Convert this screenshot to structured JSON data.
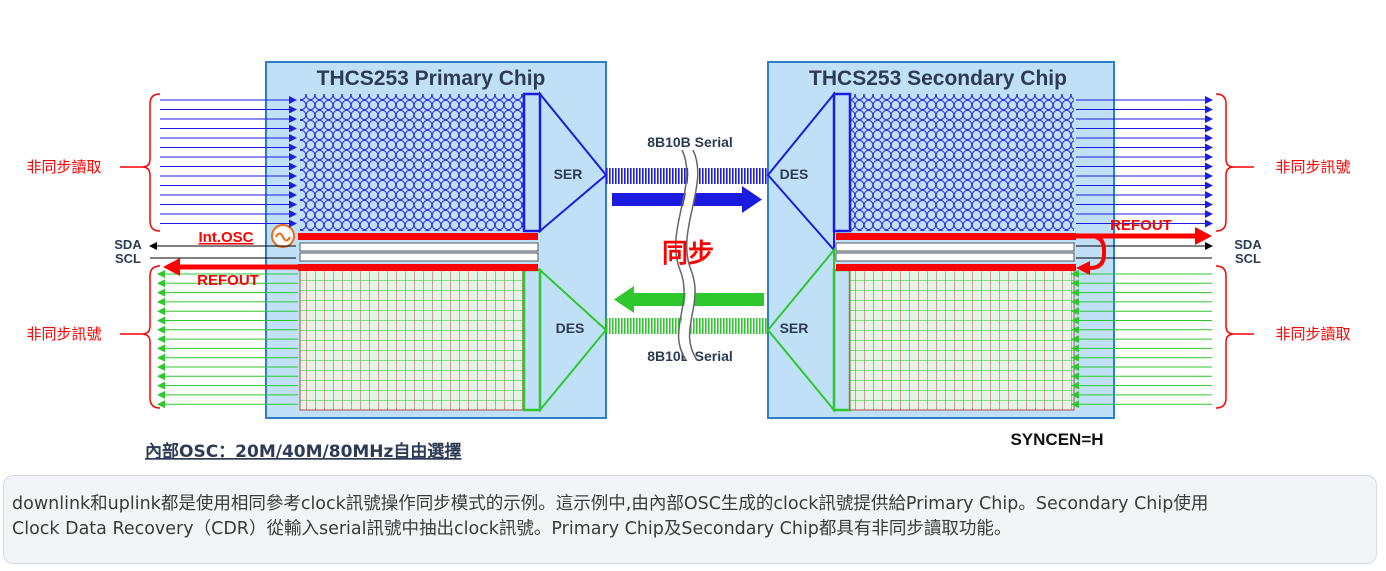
{
  "primary_chip": {
    "title": "THCS253 Primary Chip",
    "ser_label": "SER",
    "des_label": "DES",
    "osc_label": "Int.OSC",
    "refout_label": "REFOUT"
  },
  "secondary_chip": {
    "title": "THCS253 Secondary Chip",
    "des_label": "DES",
    "ser_label": "SER",
    "refout_label": "REFOUT"
  },
  "links": {
    "top_serial": "8B10B Serial",
    "bottom_serial": "8B10B Serial",
    "sync_label": "同步"
  },
  "left_side": {
    "top_group": "非同步讀取",
    "sda": "SDA",
    "scl": "SCL",
    "bottom_group": "非同步訊號"
  },
  "right_side": {
    "top_group": "非同步訊號",
    "sda": "SDA",
    "scl": "SCL",
    "bottom_group": "非同步讀取"
  },
  "osc_note": "內部OSC：20M/40M/80MHz自由選擇",
  "syncen": "SYNCEN=H",
  "caption": {
    "line1": "downlink和uplink都是使用相同參考clock訊號操作同步模式的示例。這示例中,由內部OSC生成的clock訊號提供給Primary Chip。Secondary Chip使用",
    "line2": "Clock Data Recovery（CDR）從輸入serial訊號中抽出clock訊號。Primary Chip及Secondary Chip都具有非同步讀取功能。"
  },
  "colors": {
    "chip_fill": "#bfe0f7",
    "chip_border": "#2f7fc4",
    "downlink": "#1c1ce0",
    "uplink": "#2ec82e",
    "red": "#ff0000",
    "grid_red": "#c0504d"
  }
}
